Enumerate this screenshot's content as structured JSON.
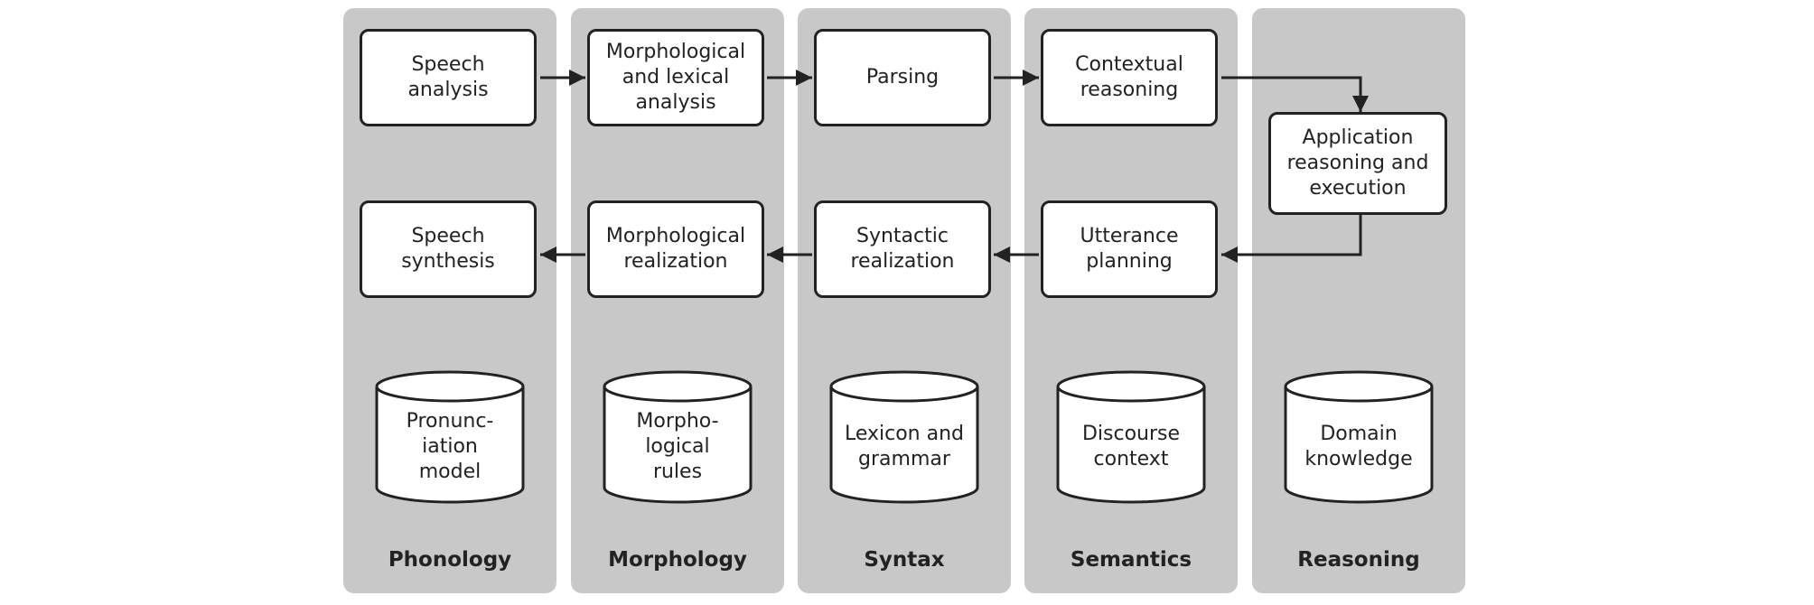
{
  "columns": [
    {
      "label": "Phonology",
      "analysis": "Speech\nanalysis",
      "generation": "Speech\nsynthesis",
      "store": "Pronunc-\niation\nmodel"
    },
    {
      "label": "Morphology",
      "analysis": "Morphological\nand lexical\nanalysis",
      "generation": "Morphological\nrealization",
      "store": "Morpho-\nlogical\nrules"
    },
    {
      "label": "Syntax",
      "analysis": "Parsing",
      "generation": "Syntactic\nrealization",
      "store": "Lexicon and\ngrammar"
    },
    {
      "label": "Semantics",
      "analysis": "Contextual\nreasoning",
      "generation": "Utterance\nplanning",
      "store": "Discourse\ncontext"
    },
    {
      "label": "Reasoning",
      "process": "Application\nreasoning and\nexecution",
      "store": "Domain\nknowledge"
    }
  ]
}
